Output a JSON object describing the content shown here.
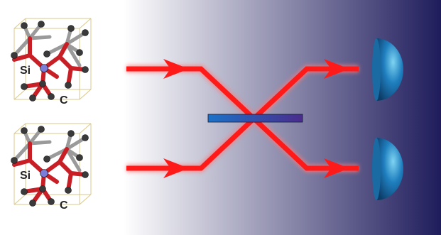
{
  "crystals": [
    {
      "atom_labels": {
        "silicon": "Si",
        "carbon": "C"
      }
    },
    {
      "atom_labels": {
        "silicon": "Si",
        "carbon": "C"
      }
    }
  ],
  "colors": {
    "background_start": "#ffffff",
    "background_end": "#1f1c5c",
    "beam": "#ff1a1a",
    "beam_glow": "#ff7a7a",
    "beam_splitter_left": "#1c72c8",
    "beam_splitter_right": "#4a2c8c",
    "detector": "#1f7fbf",
    "detector_highlight": "#7fd4f2",
    "bond_red": "#c81e25",
    "bond_gray": "#9a9a9a",
    "atom_carbon": "#3a3a3a",
    "atom_silicon": "#7b7bd8",
    "cell_edge": "#d8c88a"
  },
  "components": {
    "input_beams": 2,
    "beam_splitter": 1,
    "detectors": 2
  }
}
